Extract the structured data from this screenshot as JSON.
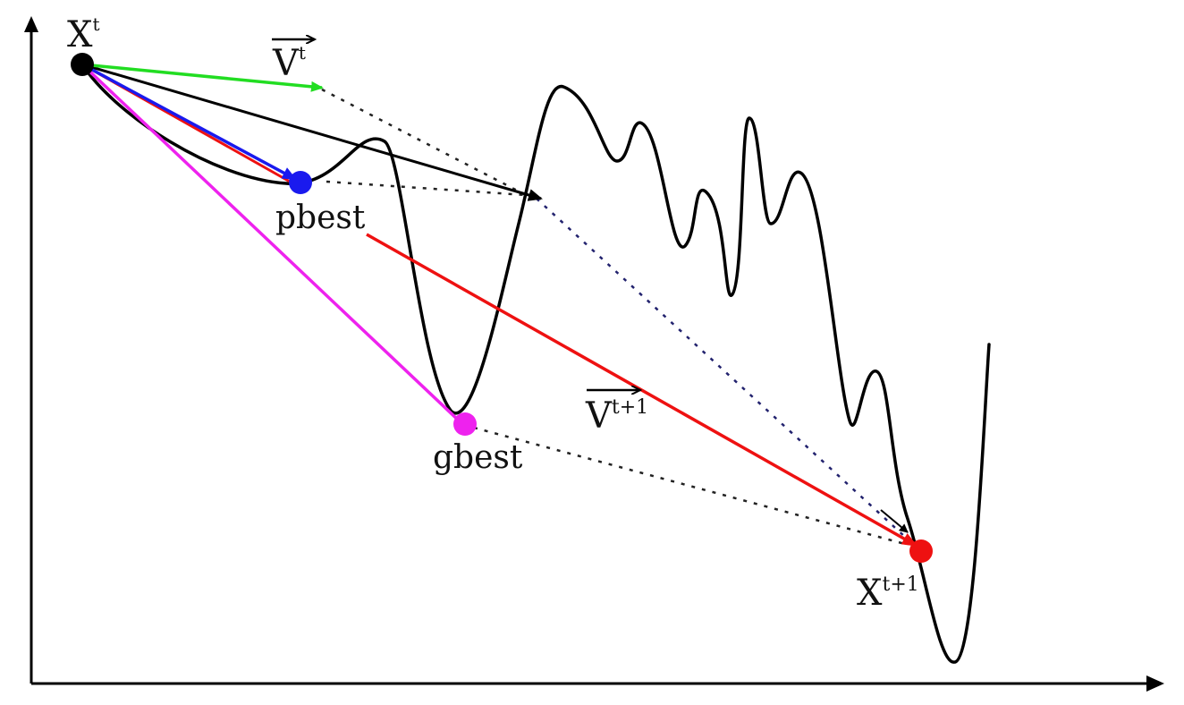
{
  "labels": {
    "x_t": {
      "base": "X",
      "sup": "t"
    },
    "v_t": {
      "base": "V",
      "sup": "t"
    },
    "pbest": "pbest",
    "gbest": "gbest",
    "v_t1": {
      "base": "V",
      "sup": "t+1"
    },
    "x_t1": {
      "base": "X",
      "sup": "t+1"
    }
  },
  "colors": {
    "axes": "#000000",
    "curve": "#000000",
    "inertia_vector": "#22dd22",
    "cognitive_vector": "#1a1aee",
    "social_vector": "#ee22ee",
    "new_velocity": "#ee1111",
    "resultant": "#000000",
    "guide_dots": "#222222",
    "guide_dots_blue": "#22226e",
    "x_t_point": "#000000",
    "pbest_point": "#1a1aee",
    "gbest_point": "#ee22ee",
    "x_t1_point": "#ee1111"
  }
}
